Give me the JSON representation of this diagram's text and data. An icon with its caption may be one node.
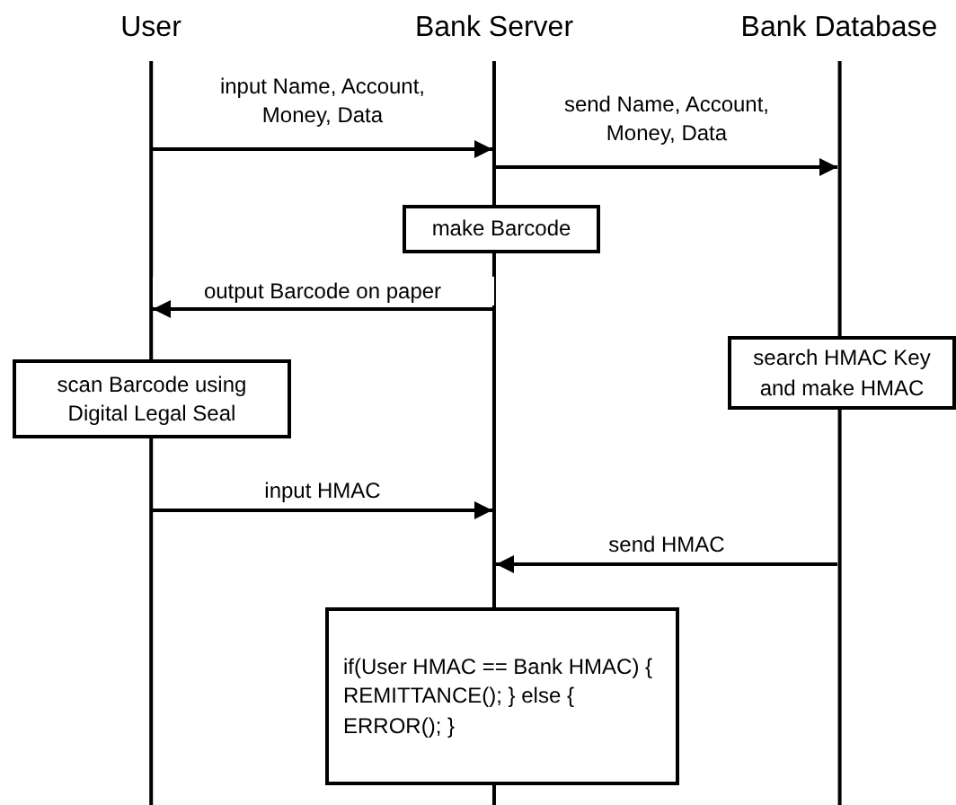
{
  "diagram": {
    "nodes": [
      {
        "text": [
          "User"
        ]
      },
      {
        "text": [
          "Bank Server"
        ]
      },
      {
        "text": [
          "Bank Database"
        ]
      },
      {
        "text": [
          "make Barcode"
        ]
      },
      {
        "text": [
          "scan Barcode using Digital Legal Seal"
        ]
      },
      {
        "text": [
          "search HMAC Key and make HMAC"
        ]
      },
      {
        "text": [
          "if(User HMAC == Bank HMAC) { REMITTANCE(); } else { ERROR(); }"
        ]
      }
    ],
    "edges": [
      {
        "from": 0,
        "to": 1,
        "arrow": "to",
        "label": "input Name, Account, Money, Data"
      },
      {
        "from": 1,
        "to": 2,
        "arrow": "to",
        "label": "send Name, Account, Money, Data"
      },
      {
        "from": 1,
        "to": 0,
        "arrow": "to",
        "label": "output Barcode on paper"
      },
      {
        "from": 0,
        "to": 1,
        "arrow": "to",
        "label": "input HMAC"
      },
      {
        "from": 2,
        "to": 1,
        "arrow": "to",
        "label": "send HMAC"
      }
    ]
  }
}
